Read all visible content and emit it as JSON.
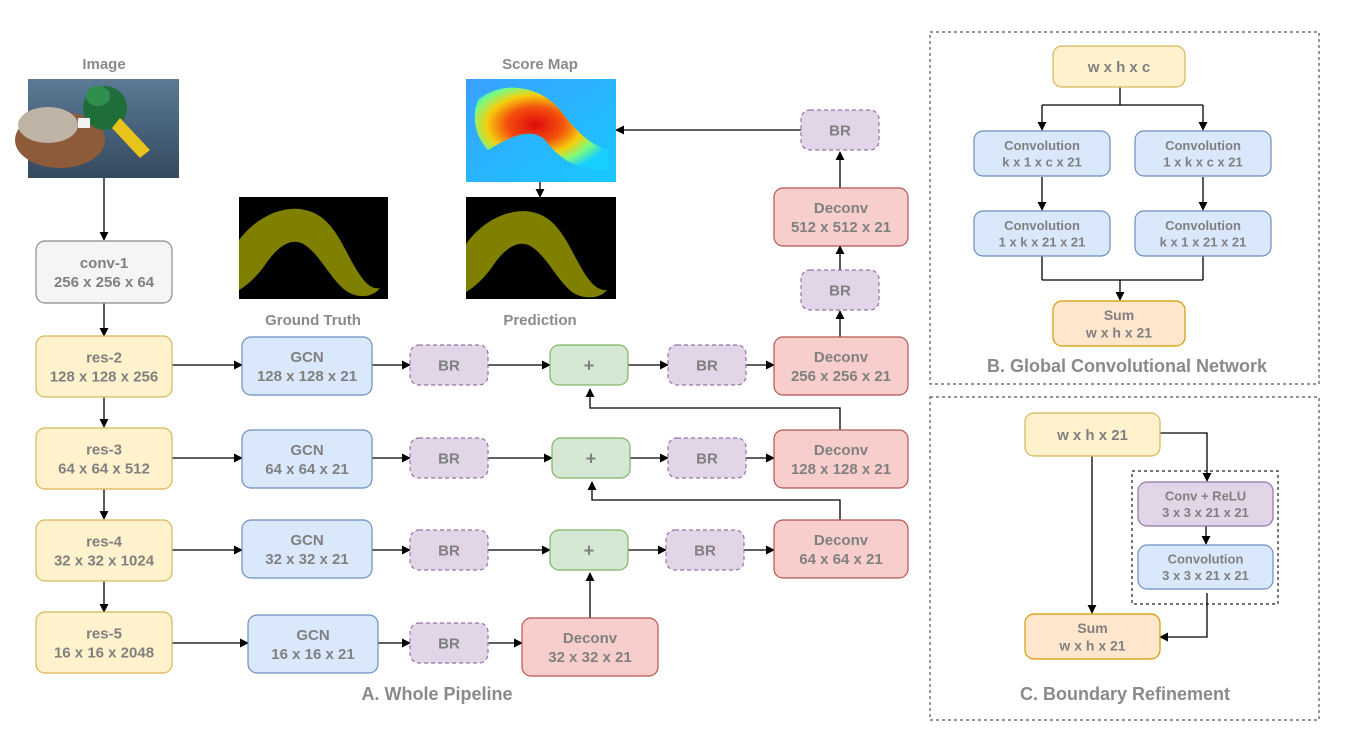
{
  "titles": {
    "image": "Image",
    "score_map": "Score Map",
    "ground_truth": "Ground Truth",
    "prediction": "Prediction",
    "pipeline": "A. Whole Pipeline",
    "gcn_panel": "B. Global Convolutional Network",
    "br_panel": "C. Boundary Refinement"
  },
  "colors": {
    "yellow_fill": "#fff2cc",
    "yellow_stroke": "#d6b656",
    "gray_fill": "#f5f5f5",
    "gray_stroke": "#8c8c8c",
    "blue_fill": "#dae8fc",
    "blue_stroke": "#6c8ebf",
    "purple_fill": "#e1d5e7",
    "purple_stroke": "#9673a6",
    "green_fill": "#d5e8d4",
    "green_stroke": "#82b366",
    "red_fill": "#f8cecc",
    "red_stroke": "#b85450",
    "orange_fill": "#ffe6cc",
    "orange_stroke": "#d79b00",
    "text": "#808080"
  },
  "pipeline": {
    "conv1": [
      "conv-1",
      "256 x 256 x 64"
    ],
    "res2": [
      "res-2",
      "128 x 128 x 256"
    ],
    "res3": [
      "res-3",
      "64 x 64 x 512"
    ],
    "res4": [
      "res-4",
      "32 x 32 x 1024"
    ],
    "res5": [
      "res-5",
      "16 x 16 x 2048"
    ],
    "gcn2": [
      "GCN",
      "128 x 128 x 21"
    ],
    "gcn3": [
      "GCN",
      "64 x 64 x 21"
    ],
    "gcn4": [
      "GCN",
      "32 x 32 x 21"
    ],
    "gcn5": [
      "GCN",
      "16 x 16 x 21"
    ],
    "br": "BR",
    "plus": "+",
    "deconv5": [
      "Deconv",
      "32 x 32 x 21"
    ],
    "deconv4": [
      "Deconv",
      "64 x 64 x 21"
    ],
    "deconv3": [
      "Deconv",
      "128 x 128 x 21"
    ],
    "deconv2": [
      "Deconv",
      "256 x 256 x 21"
    ],
    "deconv1": [
      "Deconv",
      "512 x 512 x 21"
    ]
  },
  "gcn_block": {
    "input": "w x h x c",
    "left1": [
      "Convolution",
      "k x 1 x c x 21"
    ],
    "right1": [
      "Convolution",
      "1 x k x c x 21"
    ],
    "left2": [
      "Convolution",
      "1 x k x 21 x 21"
    ],
    "right2": [
      "Convolution",
      "k x 1 x 21 x 21"
    ],
    "sum": [
      "Sum",
      "w x h x 21"
    ]
  },
  "br_block": {
    "input": "w x h x 21",
    "conv_relu": [
      "Conv + ReLU",
      "3 x 3 x 21 x 21"
    ],
    "conv": [
      "Convolution",
      "3 x 3 x 21 x 21"
    ],
    "sum": [
      "Sum",
      "w x h x 21"
    ]
  }
}
